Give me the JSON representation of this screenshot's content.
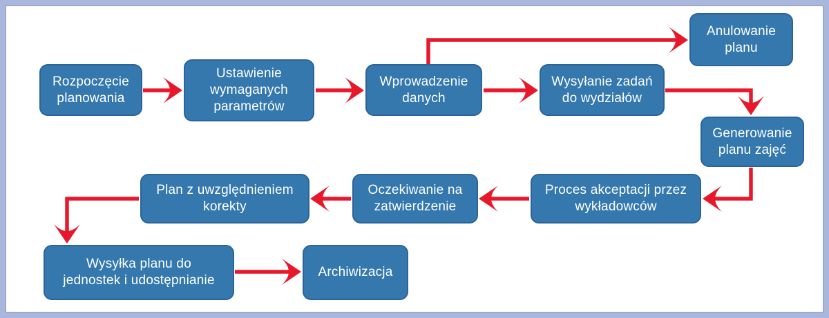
{
  "diagram": {
    "type": "flowchart",
    "language": "pl",
    "nodes": [
      {
        "id": "rozpoczecie-planowania",
        "label": "Rozpoczęcie\nplanowania"
      },
      {
        "id": "ustawienie-parametrow",
        "label": "Ustawienie\nwymaganych\nparametrów"
      },
      {
        "id": "wprowadzenie-danych",
        "label": "Wprowadzenie\ndanych"
      },
      {
        "id": "wysylanie-zadan",
        "label": "Wysyłanie zadań\ndo wydziałów"
      },
      {
        "id": "anulowanie-planu",
        "label": "Anulowanie\nplanu"
      },
      {
        "id": "generowanie-planu",
        "label": "Generowanie\nplanu zajęć"
      },
      {
        "id": "proces-akceptacji",
        "label": "Proces akceptacji przez\nwykładowców"
      },
      {
        "id": "oczekiwanie-zatwierdzenie",
        "label": "Oczekiwanie na\nzatwierdzenie"
      },
      {
        "id": "plan-z-korekta",
        "label": "Plan z uwzględnieniem\nkorekty"
      },
      {
        "id": "wysylka-planu",
        "label": "Wysyłka planu do\njednostek i udostępnianie"
      },
      {
        "id": "archiwizacja",
        "label": "Archiwizacja"
      }
    ],
    "edges": [
      {
        "from": "rozpoczecie-planowania",
        "to": "ustawienie-parametrow"
      },
      {
        "from": "ustawienie-parametrow",
        "to": "wprowadzenie-danych"
      },
      {
        "from": "wprowadzenie-danych",
        "to": "anulowanie-planu"
      },
      {
        "from": "wprowadzenie-danych",
        "to": "wysylanie-zadan"
      },
      {
        "from": "wysylanie-zadan",
        "to": "generowanie-planu"
      },
      {
        "from": "generowanie-planu",
        "to": "proces-akceptacji"
      },
      {
        "from": "proces-akceptacji",
        "to": "oczekiwanie-zatwierdzenie"
      },
      {
        "from": "oczekiwanie-zatwierdzenie",
        "to": "plan-z-korekta"
      },
      {
        "from": "plan-z-korekta",
        "to": "wysylka-planu"
      },
      {
        "from": "wysylka-planu",
        "to": "archiwizacja"
      }
    ]
  },
  "colors": {
    "node_fill": "#3478ae",
    "node_border": "#2b649b",
    "node_text": "#ffffff",
    "arrow": "#e8182c",
    "frame_outer": "#a9b7dc",
    "frame_inner_line": "#8799cc",
    "background": "#ffffff"
  }
}
